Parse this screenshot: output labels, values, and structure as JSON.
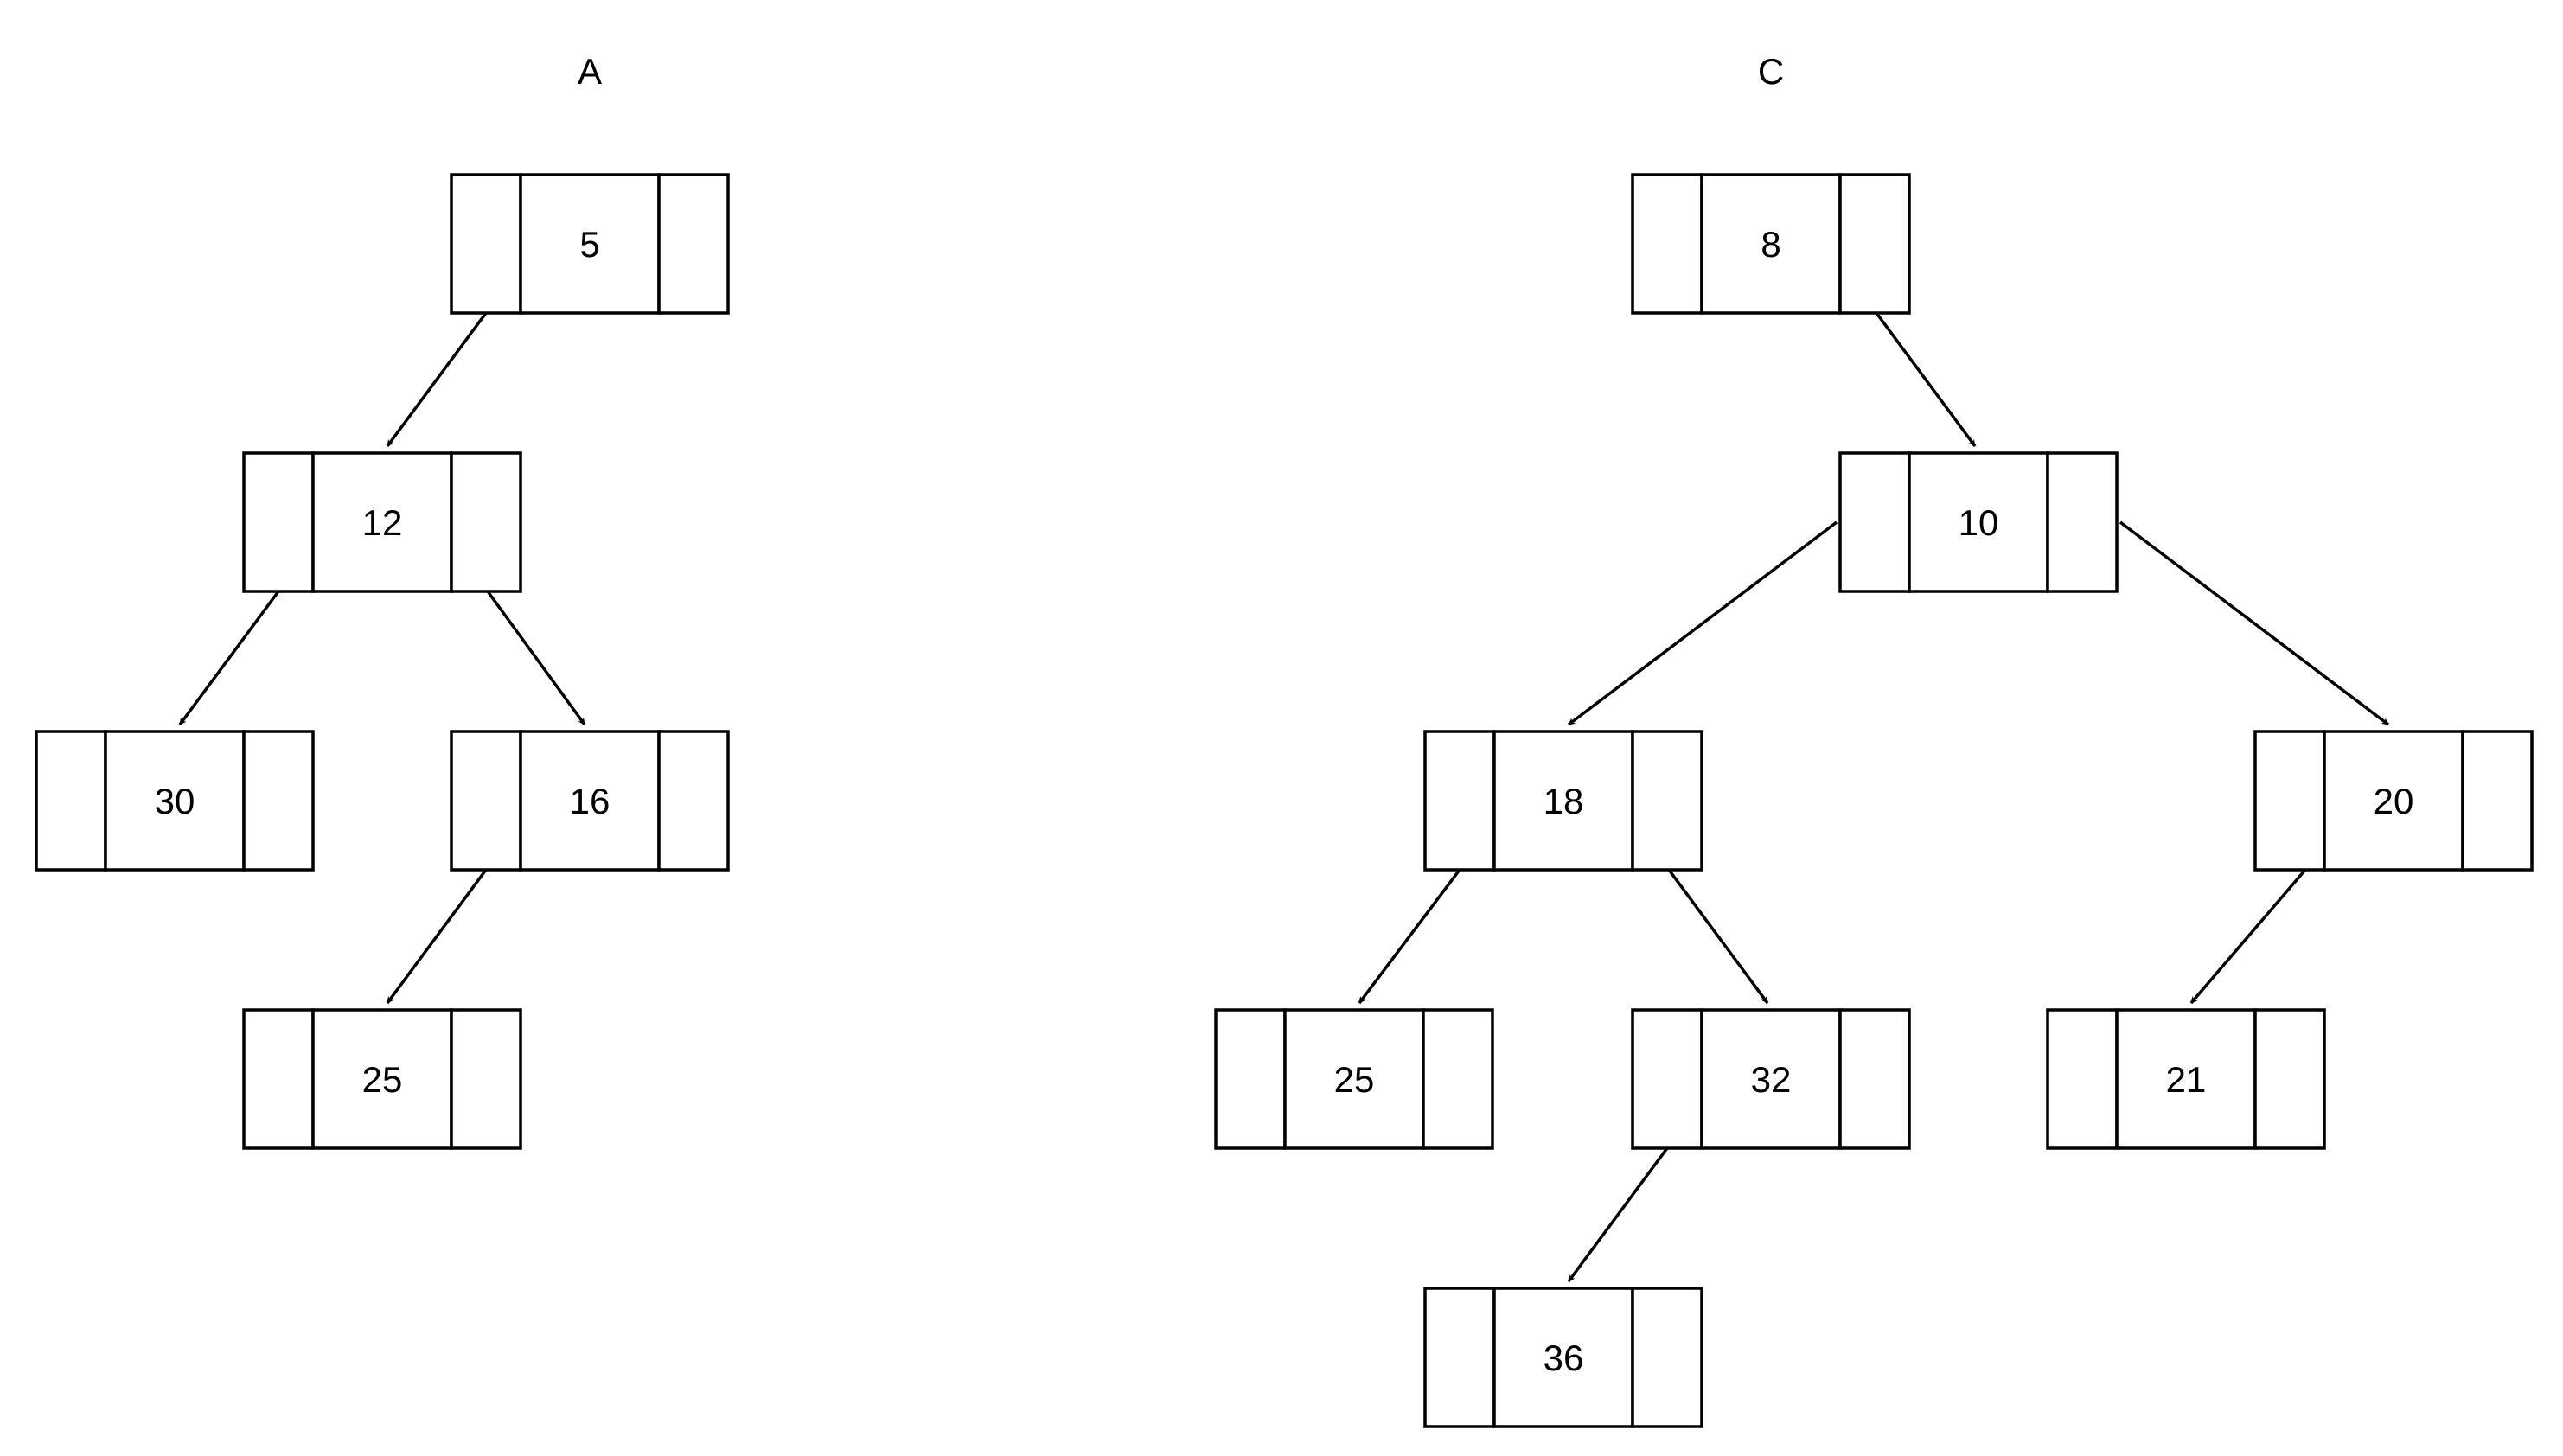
{
  "trees": [
    {
      "title": "A",
      "nodes": [
        {
          "id": "a5",
          "value": "5"
        },
        {
          "id": "a12",
          "value": "12"
        },
        {
          "id": "a30",
          "value": "30"
        },
        {
          "id": "a16",
          "value": "16"
        },
        {
          "id": "a25",
          "value": "25"
        }
      ],
      "edges": [
        {
          "from": "a5",
          "to": "a12"
        },
        {
          "from": "a12",
          "to": "a30"
        },
        {
          "from": "a12",
          "to": "a16"
        },
        {
          "from": "a16",
          "to": "a25"
        }
      ]
    },
    {
      "title": "C",
      "nodes": [
        {
          "id": "c8",
          "value": "8"
        },
        {
          "id": "c10",
          "value": "10"
        },
        {
          "id": "c18",
          "value": "18"
        },
        {
          "id": "c20",
          "value": "20"
        },
        {
          "id": "c25",
          "value": "25"
        },
        {
          "id": "c32",
          "value": "32"
        },
        {
          "id": "c21",
          "value": "21"
        },
        {
          "id": "c36",
          "value": "36"
        }
      ],
      "edges": [
        {
          "from": "c8",
          "to": "c10"
        },
        {
          "from": "c10",
          "to": "c18"
        },
        {
          "from": "c10",
          "to": "c20"
        },
        {
          "from": "c18",
          "to": "c25"
        },
        {
          "from": "c18",
          "to": "c32"
        },
        {
          "from": "c20",
          "to": "c21"
        },
        {
          "from": "c32",
          "to": "c36"
        }
      ]
    }
  ]
}
